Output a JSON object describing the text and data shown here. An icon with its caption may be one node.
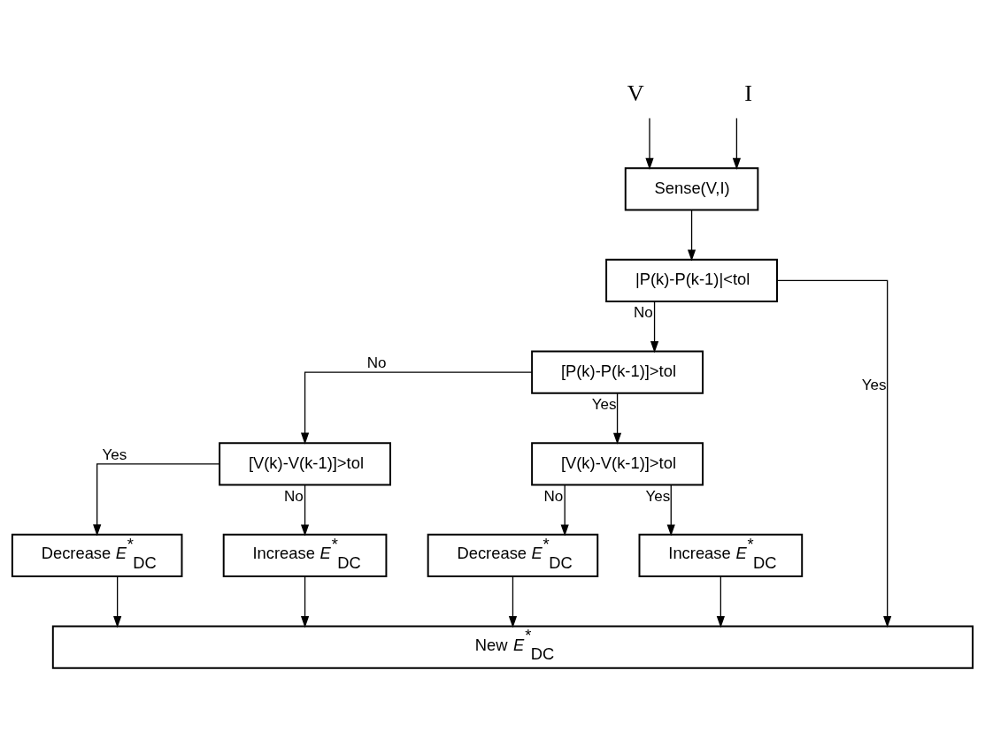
{
  "diagram": {
    "nodes": [
      {
        "text": [
          "V"
        ]
      },
      {
        "text": [
          "I"
        ]
      },
      {
        "text": [
          "Sense(V,I)"
        ]
      },
      {
        "text": [
          "|P(k)-P(k-1)|<tol"
        ]
      },
      {
        "text": [
          "[P(k)-P(k-1)]>tol"
        ]
      },
      {
        "text": [
          "[V(k)-V(k-1)]>tol"
        ]
      },
      {
        "text": [
          "[V(k)-V(k-1)]>tol"
        ]
      },
      {
        "text": [
          "Decrease *E*$^{*}$$_{DC}$"
        ]
      },
      {
        "text": [
          "Increase *E*$^{*}$$_{DC}$"
        ]
      },
      {
        "text": [
          "Decrease *E*$^{*}$$_{DC}$"
        ]
      },
      {
        "text": [
          "Increase *E*$^{*}$$_{DC}$"
        ]
      },
      {
        "text": [
          "New *E*$^{*}$$_{DC}$"
        ]
      }
    ],
    "edges": [
      {
        "from": 0,
        "to": 2,
        "arrow": "to"
      },
      {
        "from": 1,
        "to": 2,
        "arrow": "to"
      },
      {
        "from": 2,
        "to": 3,
        "arrow": "to"
      },
      {
        "from": 3,
        "to": 11,
        "arrow": "to",
        "label": "Yes"
      },
      {
        "from": 3,
        "to": 4,
        "arrow": "to",
        "label": "No"
      },
      {
        "from": 4,
        "to": 5,
        "arrow": "to",
        "label": "No"
      },
      {
        "from": 4,
        "to": 6,
        "arrow": "to",
        "label": "Yes"
      },
      {
        "from": 5,
        "to": 7,
        "arrow": "to",
        "label": "Yes"
      },
      {
        "from": 5,
        "to": 8,
        "arrow": "to",
        "label": "No"
      },
      {
        "from": 6,
        "to": 9,
        "arrow": "to",
        "label": "No"
      },
      {
        "from": 6,
        "to": 10,
        "arrow": "to",
        "label": "Yes"
      },
      {
        "from": 7,
        "to": 11,
        "arrow": "to"
      },
      {
        "from": 8,
        "to": 11,
        "arrow": "to"
      },
      {
        "from": 9,
        "to": 11,
        "arrow": "to"
      },
      {
        "from": 10,
        "to": 11,
        "arrow": "to"
      }
    ]
  }
}
